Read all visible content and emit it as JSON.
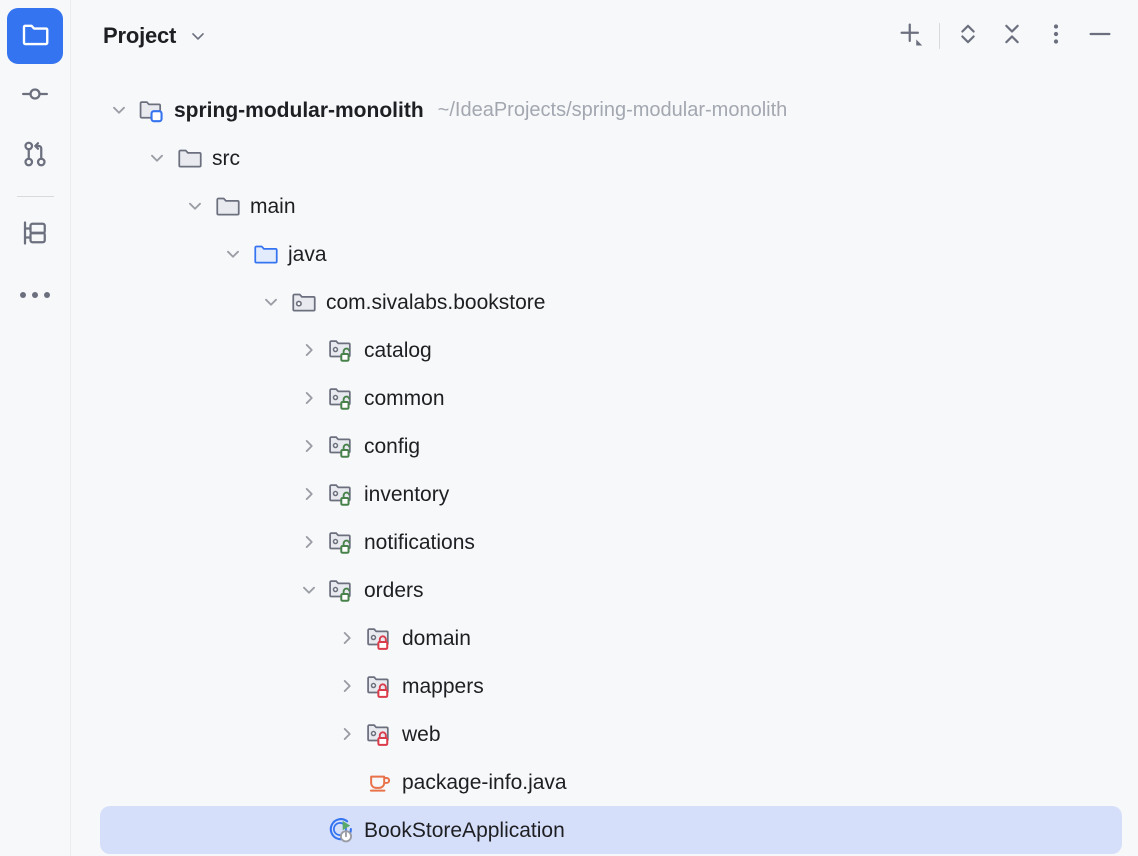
{
  "colors": {
    "accent": "#3574f0",
    "panel_bg": "#f7f8fa",
    "selection_bg": "#d6dffa",
    "text": "#1e1f22",
    "muted_text": "#a3a7b0",
    "icon_gray": "#6c707e",
    "module_open_badge": "#47824a",
    "module_closed_badge": "#db3b4b",
    "java_file": "#e8734a"
  },
  "activity_bar": {
    "items": [
      {
        "name": "project",
        "icon": "folder-icon",
        "active": true
      },
      {
        "name": "commit",
        "icon": "commit-icon",
        "active": false
      },
      {
        "name": "pull-requests",
        "icon": "pull-request-icon",
        "active": false
      },
      {
        "name": "structure",
        "icon": "structure-icon",
        "active": false
      },
      {
        "name": "more",
        "icon": "more-horizontal-icon",
        "active": false
      }
    ]
  },
  "header": {
    "title": "Project",
    "dropdown_icon": "chevron-down-icon",
    "actions": [
      {
        "name": "add",
        "icon": "plus-dropdown-icon",
        "tooltip": "Add"
      },
      {
        "name": "expand-collapse",
        "icon": "chevron-up-down-icon",
        "tooltip": "Expand All"
      },
      {
        "name": "collapse-all",
        "icon": "collapse-all-icon",
        "tooltip": "Collapse All"
      },
      {
        "name": "options",
        "icon": "more-vertical-icon",
        "tooltip": "Options"
      },
      {
        "name": "hide",
        "icon": "minimize-icon",
        "tooltip": "Hide"
      }
    ]
  },
  "tree": {
    "nodes": [
      {
        "label": "spring-modular-monolith",
        "sublabel": "~/IdeaProjects/spring-modular-monolith",
        "icon": "project-module-folder-icon",
        "state": "expanded",
        "depth": 0,
        "bold": true,
        "selected": false
      },
      {
        "label": "src",
        "sublabel": "",
        "icon": "folder-icon",
        "state": "expanded",
        "depth": 1,
        "bold": false,
        "selected": false
      },
      {
        "label": "main",
        "sublabel": "",
        "icon": "folder-icon",
        "state": "expanded",
        "depth": 2,
        "bold": false,
        "selected": false
      },
      {
        "label": "java",
        "sublabel": "",
        "icon": "source-root-folder-icon",
        "state": "expanded",
        "depth": 3,
        "bold": false,
        "selected": false
      },
      {
        "label": "com.sivalabs.bookstore",
        "sublabel": "",
        "icon": "package-icon",
        "state": "expanded",
        "depth": 4,
        "bold": false,
        "selected": false
      },
      {
        "label": "catalog",
        "sublabel": "",
        "icon": "module-open-package-icon",
        "state": "collapsed",
        "depth": 5,
        "bold": false,
        "selected": false
      },
      {
        "label": "common",
        "sublabel": "",
        "icon": "module-open-package-icon",
        "state": "collapsed",
        "depth": 5,
        "bold": false,
        "selected": false
      },
      {
        "label": "config",
        "sublabel": "",
        "icon": "module-open-package-icon",
        "state": "collapsed",
        "depth": 5,
        "bold": false,
        "selected": false
      },
      {
        "label": "inventory",
        "sublabel": "",
        "icon": "module-open-package-icon",
        "state": "collapsed",
        "depth": 5,
        "bold": false,
        "selected": false
      },
      {
        "label": "notifications",
        "sublabel": "",
        "icon": "module-open-package-icon",
        "state": "collapsed",
        "depth": 5,
        "bold": false,
        "selected": false
      },
      {
        "label": "orders",
        "sublabel": "",
        "icon": "module-open-package-icon",
        "state": "expanded",
        "depth": 5,
        "bold": false,
        "selected": false
      },
      {
        "label": "domain",
        "sublabel": "",
        "icon": "module-closed-package-icon",
        "state": "collapsed",
        "depth": 6,
        "bold": false,
        "selected": false
      },
      {
        "label": "mappers",
        "sublabel": "",
        "icon": "module-closed-package-icon",
        "state": "collapsed",
        "depth": 6,
        "bold": false,
        "selected": false
      },
      {
        "label": "web",
        "sublabel": "",
        "icon": "module-closed-package-icon",
        "state": "collapsed",
        "depth": 6,
        "bold": false,
        "selected": false
      },
      {
        "label": "package-info.java",
        "sublabel": "",
        "icon": "java-file-icon",
        "state": "leaf",
        "depth": 6,
        "bold": false,
        "selected": false
      },
      {
        "label": "BookStoreApplication",
        "sublabel": "",
        "icon": "spring-boot-run-icon",
        "state": "leaf",
        "depth": 5,
        "bold": false,
        "selected": true
      }
    ]
  }
}
